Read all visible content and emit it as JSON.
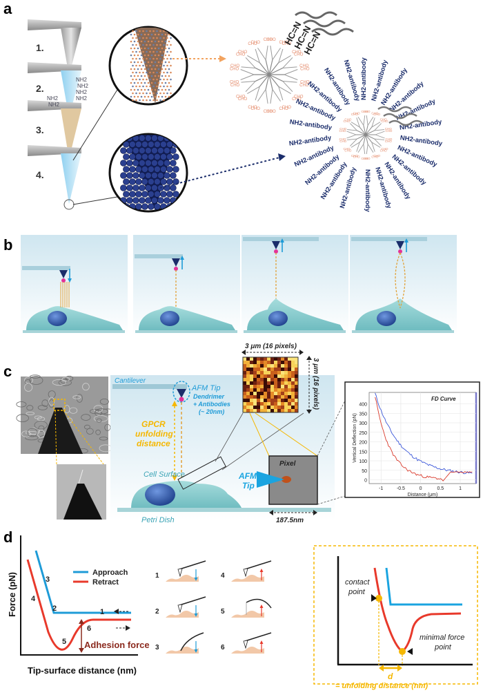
{
  "panels": {
    "a": {
      "letter": "a",
      "steps": [
        "1.",
        "2.",
        "3.",
        "4."
      ],
      "nh2": "NH2",
      "linker": "HC=N",
      "cho": "CHO",
      "antibody_label": "NH2-antibody"
    },
    "b": {
      "letter": "b"
    },
    "c": {
      "letter": "c",
      "cantilever": "Cantilever",
      "afm_tip": "AFM Tip",
      "dendrimer_1": "Dendrimer",
      "dendrimer_2": "+ Antibodies",
      "dendrimer_3": "(~ 20nm)",
      "gpcr_1": "GPCR",
      "gpcr_2": "unfolding",
      "gpcr_3": "distance",
      "cell_surface": "Cell Surface",
      "petri": "Petri Dish",
      "map_width": "3 μm (16 pixels)",
      "map_height": "3 μm (16 pixels)",
      "pixel_title": "Pixel",
      "pixel_tip_1": "AFM",
      "pixel_tip_2": "Tip",
      "pixel_size": "187.5nm",
      "fd_chart": {
        "title": "FD Curve",
        "xlabel": "Distance (μm)",
        "ylabel": "Vertical Deflection (pN)",
        "xticks": [
          "-1",
          "-0.5",
          "0",
          "0.5",
          "1"
        ],
        "yticks": [
          "0",
          "50",
          "100",
          "150",
          "200",
          "250",
          "300",
          "350",
          "400"
        ]
      }
    },
    "d": {
      "letter": "d",
      "ylabel": "Force (pN)",
      "xlabel": "Tip-surface distance (nm)",
      "legend_approach": "Approach",
      "legend_retract": "Retract",
      "adhesion": "Adhesion force",
      "curve_points": [
        "1",
        "2",
        "3",
        "4",
        "5",
        "6"
      ],
      "steps": [
        "1",
        "2",
        "3",
        "4",
        "5",
        "6"
      ],
      "contact_1": "contact",
      "contact_2": "point",
      "minimal_1": "minimal force",
      "minimal_2": "point",
      "d_label": "d",
      "unfolding": "= unfolding distance (nm)"
    }
  },
  "colors": {
    "navy": "#1b2d6b",
    "approach": "#1e9bd7",
    "retract": "#e8392b",
    "yellow": "#f5b700",
    "cell": "#8fcfcf",
    "nucleus": "#2b5aa8",
    "brown": "#8b2a1e",
    "teal": "#3aa3b5"
  }
}
